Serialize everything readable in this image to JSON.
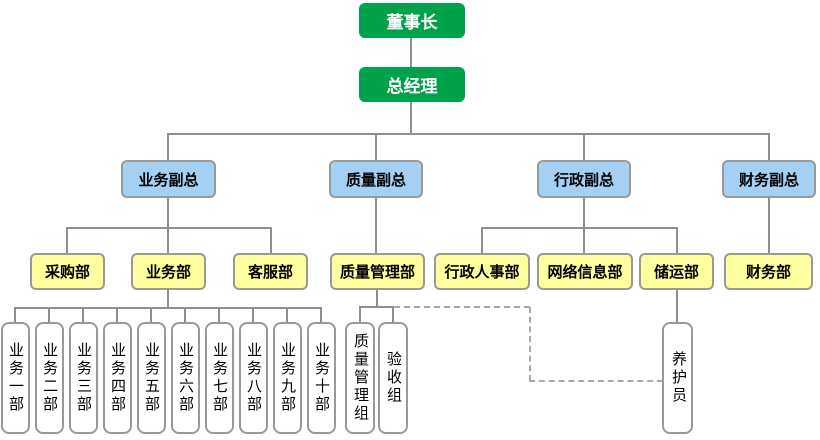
{
  "colors": {
    "canvas_bg": "#FFFFFF",
    "executive_green": "#00A14B",
    "vp_blue": "#A4D1F3",
    "dept_yellow": "#FFFFA0",
    "team_white": "#FFFFFF",
    "border_gray": "#999999",
    "line_gray": "#8F8F8F",
    "dashed_gray": "#A9A9A9",
    "text_dark": "#000000",
    "text_light": "#FFFFFF"
  },
  "org": {
    "chairman": {
      "label": "董事长"
    },
    "general_manager": {
      "label": "总经理"
    },
    "vps": [
      {
        "id": "business",
        "label": "业务副总"
      },
      {
        "id": "quality",
        "label": "质量副总"
      },
      {
        "id": "admin",
        "label": "行政副总"
      },
      {
        "id": "finance",
        "label": "财务副总"
      }
    ],
    "departments": [
      {
        "id": "purchasing",
        "label": "采购部"
      },
      {
        "id": "business",
        "label": "业务部"
      },
      {
        "id": "customer-service",
        "label": "客服部"
      },
      {
        "id": "quality-management",
        "label": "质量管理部"
      },
      {
        "id": "admin-hr",
        "label": "行政人事部"
      },
      {
        "id": "network-info",
        "label": "网络信息部"
      },
      {
        "id": "storage-transport",
        "label": "储运部"
      },
      {
        "id": "finance",
        "label": "财务部"
      }
    ],
    "teams": [
      {
        "id": "business-1",
        "label": "业务一部"
      },
      {
        "id": "business-2",
        "label": "业务二部"
      },
      {
        "id": "business-3",
        "label": "业务三部"
      },
      {
        "id": "business-4",
        "label": "业务四部"
      },
      {
        "id": "business-5",
        "label": "业务五部"
      },
      {
        "id": "business-6",
        "label": "业务六部"
      },
      {
        "id": "business-7",
        "label": "业务七部"
      },
      {
        "id": "business-8",
        "label": "业务八部"
      },
      {
        "id": "business-9",
        "label": "业务九部"
      },
      {
        "id": "business-10",
        "label": "业务十部"
      },
      {
        "id": "qc-group",
        "label": "质量管理组"
      },
      {
        "id": "acceptance-group",
        "label": "验收组"
      },
      {
        "id": "maintenance-staff",
        "label": "养护员"
      }
    ],
    "hierarchy": {
      "董事长": [
        "总经理"
      ],
      "总经理": [
        "业务副总",
        "质量副总",
        "行政副总",
        "财务副总"
      ],
      "业务副总": [
        "采购部",
        "业务部",
        "客服部"
      ],
      "质量副总": [
        "质量管理部"
      ],
      "行政副总": [
        "行政人事部",
        "网络信息部",
        "储运部"
      ],
      "财务副总": [
        "财务部"
      ],
      "业务部": [
        "业务一部",
        "业务二部",
        "业务三部",
        "业务四部",
        "业务五部",
        "业务六部",
        "业务七部",
        "业务八部",
        "业务九部",
        "业务十部"
      ],
      "质量管理部": [
        "质量管理组",
        "验收组"
      ],
      "储运部": [
        "养护员"
      ]
    },
    "dashed_link": {
      "style": "dashed",
      "from": "质量管理部",
      "to": "养护员"
    }
  }
}
